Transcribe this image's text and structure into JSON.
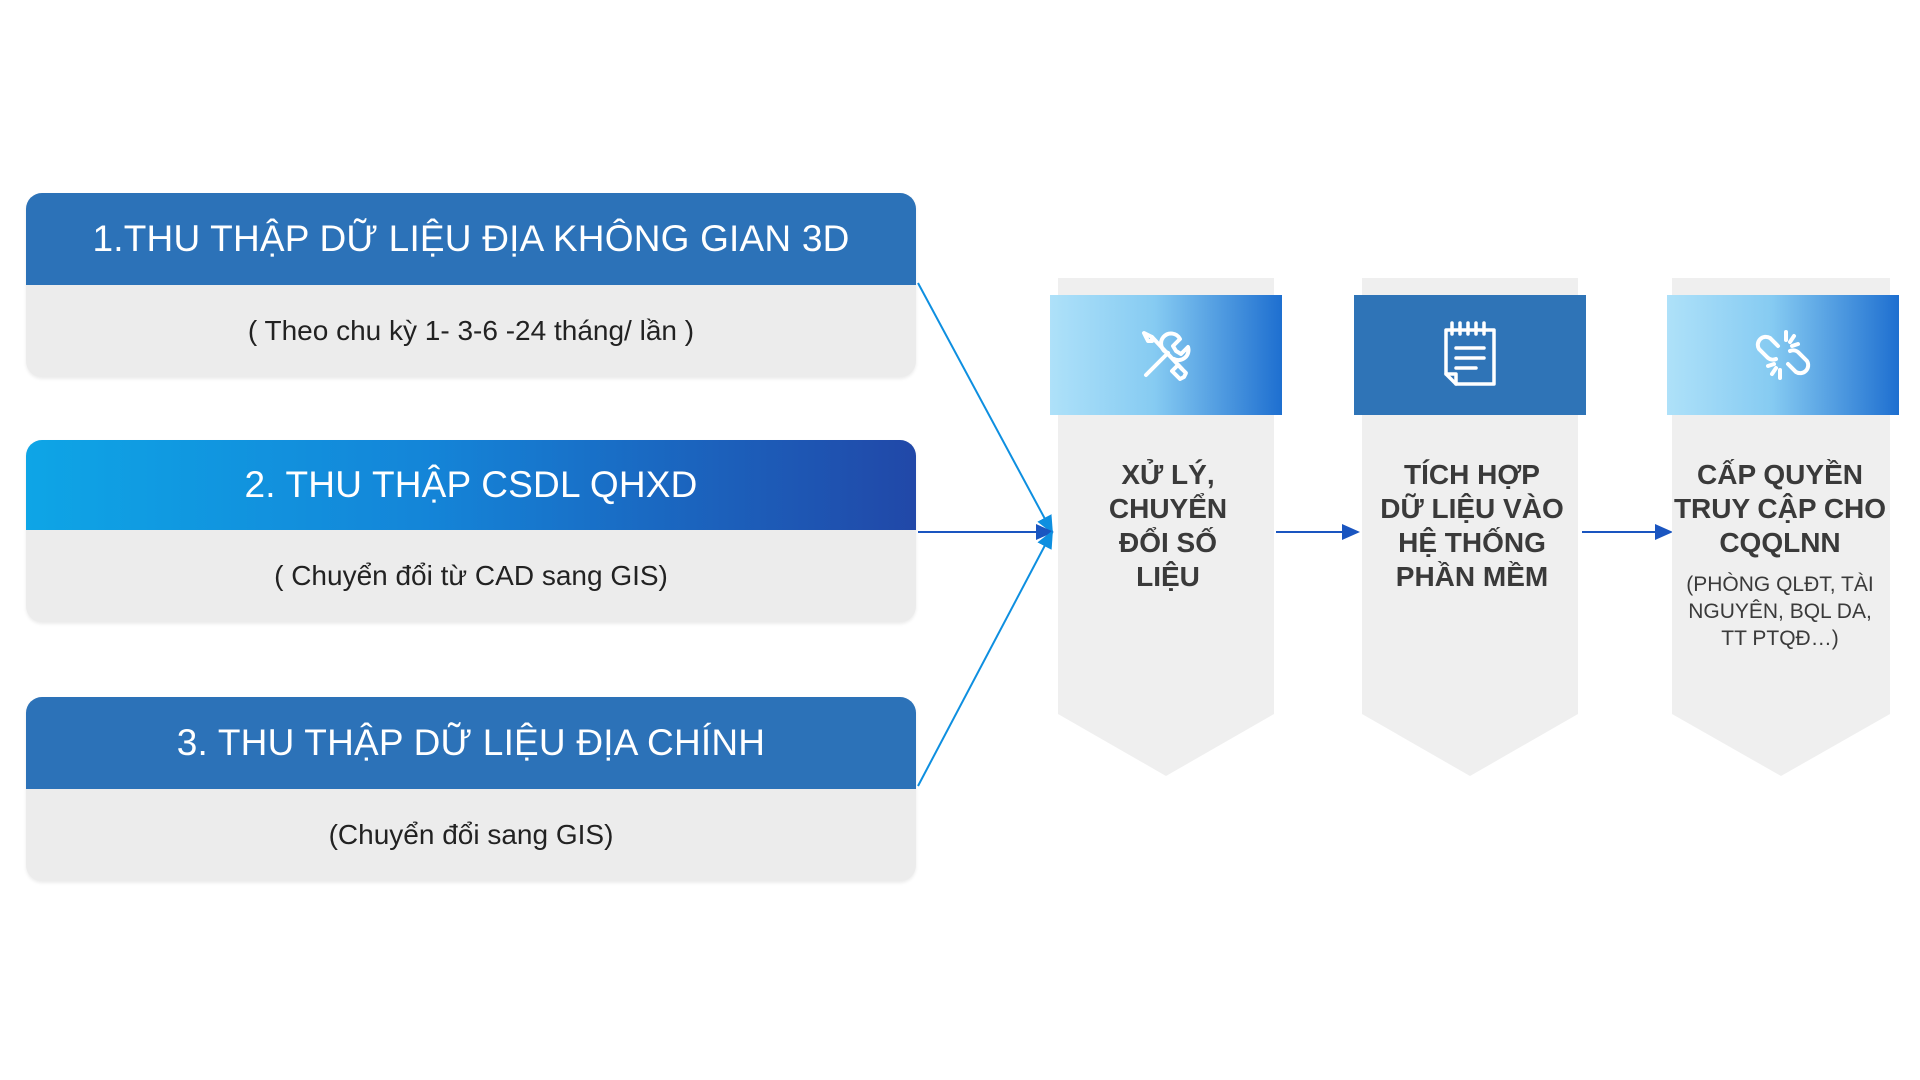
{
  "sources": [
    {
      "title": "1.THU THẬP DỮ LIỆU ĐỊA KHÔNG GIAN 3D",
      "subtitle": "( Theo chu kỳ 1- 3-6 -24 tháng/ lần )"
    },
    {
      "title": "2. THU THẬP CSDL QHXD",
      "subtitle": "( Chuyển đổi từ CAD sang GIS)"
    },
    {
      "title": "3. THU THẬP DỮ LIỆU ĐỊA CHÍNH",
      "subtitle": "(Chuyển đổi sang GIS)"
    }
  ],
  "steps": [
    {
      "icon": "tools-icon",
      "title": "XỬ LÝ,\nCHUYỂN\nĐỔI SỐ\nLIỆU",
      "note": ""
    },
    {
      "icon": "notepad-icon",
      "title": "TÍCH HỢP\nDỮ LIỆU VÀO\nHỆ THỐNG\nPHẦN MỀM",
      "note": ""
    },
    {
      "icon": "broken-link-icon",
      "title": "CẤP QUYỀN\nTRUY CẬP CHO\nCQQLNN",
      "note": "(PHÒNG QLĐT, TÀI\nNGUYÊN, BQL DA,\nTT PTQĐ…)"
    }
  ],
  "colors": {
    "primary_blue": "#2c72b8",
    "gradient_start": "#0ea5e6",
    "gradient_end": "#2148a8",
    "arrow": "#1a73c9",
    "panel_gray": "#ececec"
  }
}
